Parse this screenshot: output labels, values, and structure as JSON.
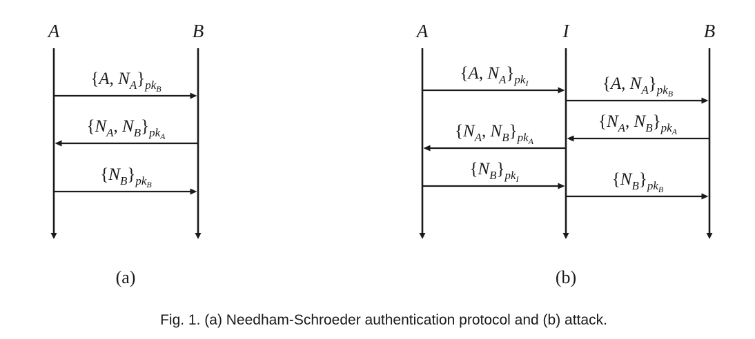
{
  "panels": [
    {
      "sublabel": "(a)",
      "participants": [
        {
          "id": "A",
          "label": "A"
        },
        {
          "id": "B",
          "label": "B"
        }
      ],
      "messages": [
        {
          "from": "A",
          "to": "B",
          "parts": [
            [
              "{",
              ""
            ],
            [
              "A",
              "i"
            ],
            [
              ", ",
              ""
            ],
            [
              "N",
              "i"
            ],
            [
              "A",
              "si"
            ],
            [
              "}",
              ""
            ],
            [
              "pk",
              "si"
            ],
            [
              "B",
              "ssi"
            ]
          ]
        },
        {
          "from": "B",
          "to": "A",
          "parts": [
            [
              "{",
              ""
            ],
            [
              "N",
              "i"
            ],
            [
              "A",
              "si"
            ],
            [
              ", ",
              ""
            ],
            [
              "N",
              "i"
            ],
            [
              "B",
              "si"
            ],
            [
              "}",
              ""
            ],
            [
              "pk",
              "si"
            ],
            [
              "A",
              "ssi"
            ]
          ]
        },
        {
          "from": "A",
          "to": "B",
          "parts": [
            [
              "{",
              ""
            ],
            [
              "N",
              "i"
            ],
            [
              "B",
              "si"
            ],
            [
              "}",
              ""
            ],
            [
              "pk",
              "si"
            ],
            [
              "B",
              "ssi"
            ]
          ]
        }
      ]
    },
    {
      "sublabel": "(b)",
      "participants": [
        {
          "id": "A",
          "label": "A"
        },
        {
          "id": "I",
          "label": "I"
        },
        {
          "id": "B",
          "label": "B"
        }
      ],
      "messages": [
        {
          "from": "A",
          "to": "I",
          "parts": [
            [
              "{",
              ""
            ],
            [
              "A",
              "i"
            ],
            [
              ", ",
              ""
            ],
            [
              "N",
              "i"
            ],
            [
              "A",
              "si"
            ],
            [
              "}",
              ""
            ],
            [
              "pk",
              "si"
            ],
            [
              "I",
              "ssi"
            ]
          ]
        },
        {
          "from": "I",
          "to": "B",
          "parts": [
            [
              "{",
              ""
            ],
            [
              "A",
              "i"
            ],
            [
              ", ",
              ""
            ],
            [
              "N",
              "i"
            ],
            [
              "A",
              "si"
            ],
            [
              "}",
              ""
            ],
            [
              "pk",
              "si"
            ],
            [
              "B",
              "ssi"
            ]
          ]
        },
        {
          "from": "B",
          "to": "I",
          "parts": [
            [
              "{",
              ""
            ],
            [
              "N",
              "i"
            ],
            [
              "A",
              "si"
            ],
            [
              ", ",
              ""
            ],
            [
              "N",
              "i"
            ],
            [
              "B",
              "si"
            ],
            [
              "}",
              ""
            ],
            [
              "pk",
              "si"
            ],
            [
              "A",
              "ssi"
            ]
          ]
        },
        {
          "from": "I",
          "to": "A",
          "parts": [
            [
              "{",
              ""
            ],
            [
              "N",
              "i"
            ],
            [
              "A",
              "si"
            ],
            [
              ", ",
              ""
            ],
            [
              "N",
              "i"
            ],
            [
              "B",
              "si"
            ],
            [
              "}",
              ""
            ],
            [
              "pk",
              "si"
            ],
            [
              "A",
              "ssi"
            ]
          ]
        },
        {
          "from": "A",
          "to": "I",
          "parts": [
            [
              "{",
              ""
            ],
            [
              "N",
              "i"
            ],
            [
              "B",
              "si"
            ],
            [
              "}",
              ""
            ],
            [
              "pk",
              "si"
            ],
            [
              "I",
              "ssi"
            ]
          ]
        },
        {
          "from": "I",
          "to": "B",
          "parts": [
            [
              "{",
              ""
            ],
            [
              "N",
              "i"
            ],
            [
              "B",
              "si"
            ],
            [
              "}",
              ""
            ],
            [
              "pk",
              "si"
            ],
            [
              "B",
              "ssi"
            ]
          ]
        }
      ]
    }
  ],
  "caption": "Fig. 1.  (a) Needham-Schroeder authentication protocol and (b) attack.",
  "colors": {
    "ink": "#1a1a1a",
    "background": "#ffffff"
  }
}
